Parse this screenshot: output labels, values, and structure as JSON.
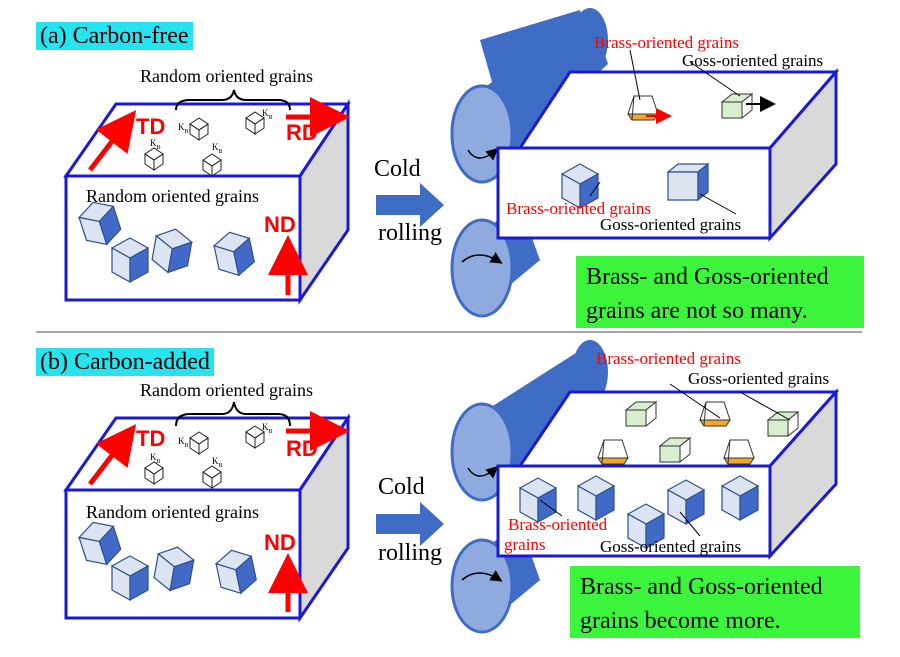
{
  "panel_a": {
    "title": "(a) Carbon-free",
    "random_top": "Random oriented grains",
    "random_front": "Random oriented grains",
    "td": "TD",
    "rd": "RD",
    "nd": "ND",
    "kb": "K",
    "kb_sub": "B",
    "process_line1": "Cold",
    "process_line2": "rolling",
    "brass_top": "Brass-oriented  grains",
    "goss_top": "Goss-oriented  grains",
    "brass_front": "Brass-oriented  grains",
    "goss_front": "Goss-oriented  grains",
    "note_line1": "Brass- and Goss-oriented",
    "note_line2": "grains are not so many."
  },
  "panel_b": {
    "title": "(b) Carbon-added",
    "random_top": "Random  oriented grains",
    "random_front": "Random oriented grains",
    "td": "TD",
    "rd": "RD",
    "nd": "ND",
    "kb": "K",
    "kb_sub": "B",
    "process_line1": "Cold",
    "process_line2": "rolling",
    "brass_top": "Brass-oriented  grains",
    "goss_top": "Goss-oriented  grains",
    "brass_front_line1": "Brass-oriented",
    "brass_front_line2": "grains",
    "goss_front": "Goss-oriented  grains",
    "note_line1": "Brass- and Goss-oriented",
    "note_line2": "grains become more."
  },
  "colors": {
    "roller_dark": "#3f6cc4",
    "roller_light": "#8faadf",
    "box_outline": "#1a1ad6",
    "side_face": "#d9d9d9",
    "red": "#ff0000",
    "note_green": "#3df43d",
    "tag_cyan": "#27e3f0",
    "grain_face": "#dce4f2",
    "grain_dark": "#4169c8",
    "goss_green": "#d8efcf",
    "brass_orange": "#f5a623"
  }
}
